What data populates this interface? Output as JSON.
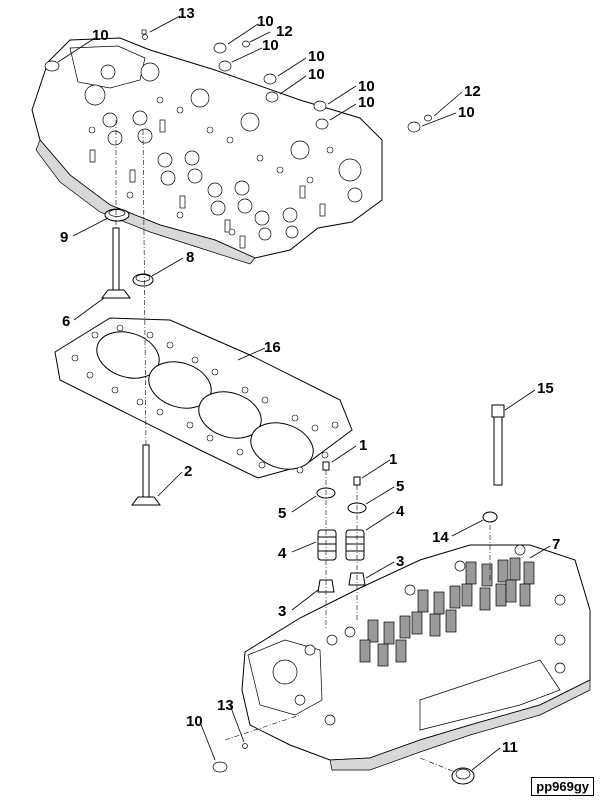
{
  "figure_id": "pp969gy",
  "callouts": [
    "13",
    "10",
    "10",
    "12",
    "10",
    "10",
    "10",
    "10",
    "10",
    "12",
    "10",
    "10",
    "9",
    "8",
    "6",
    "16",
    "15",
    "2",
    "1",
    "1",
    "5",
    "5",
    "4",
    "4",
    "14",
    "7",
    "3",
    "3",
    "10",
    "13",
    "11"
  ]
}
